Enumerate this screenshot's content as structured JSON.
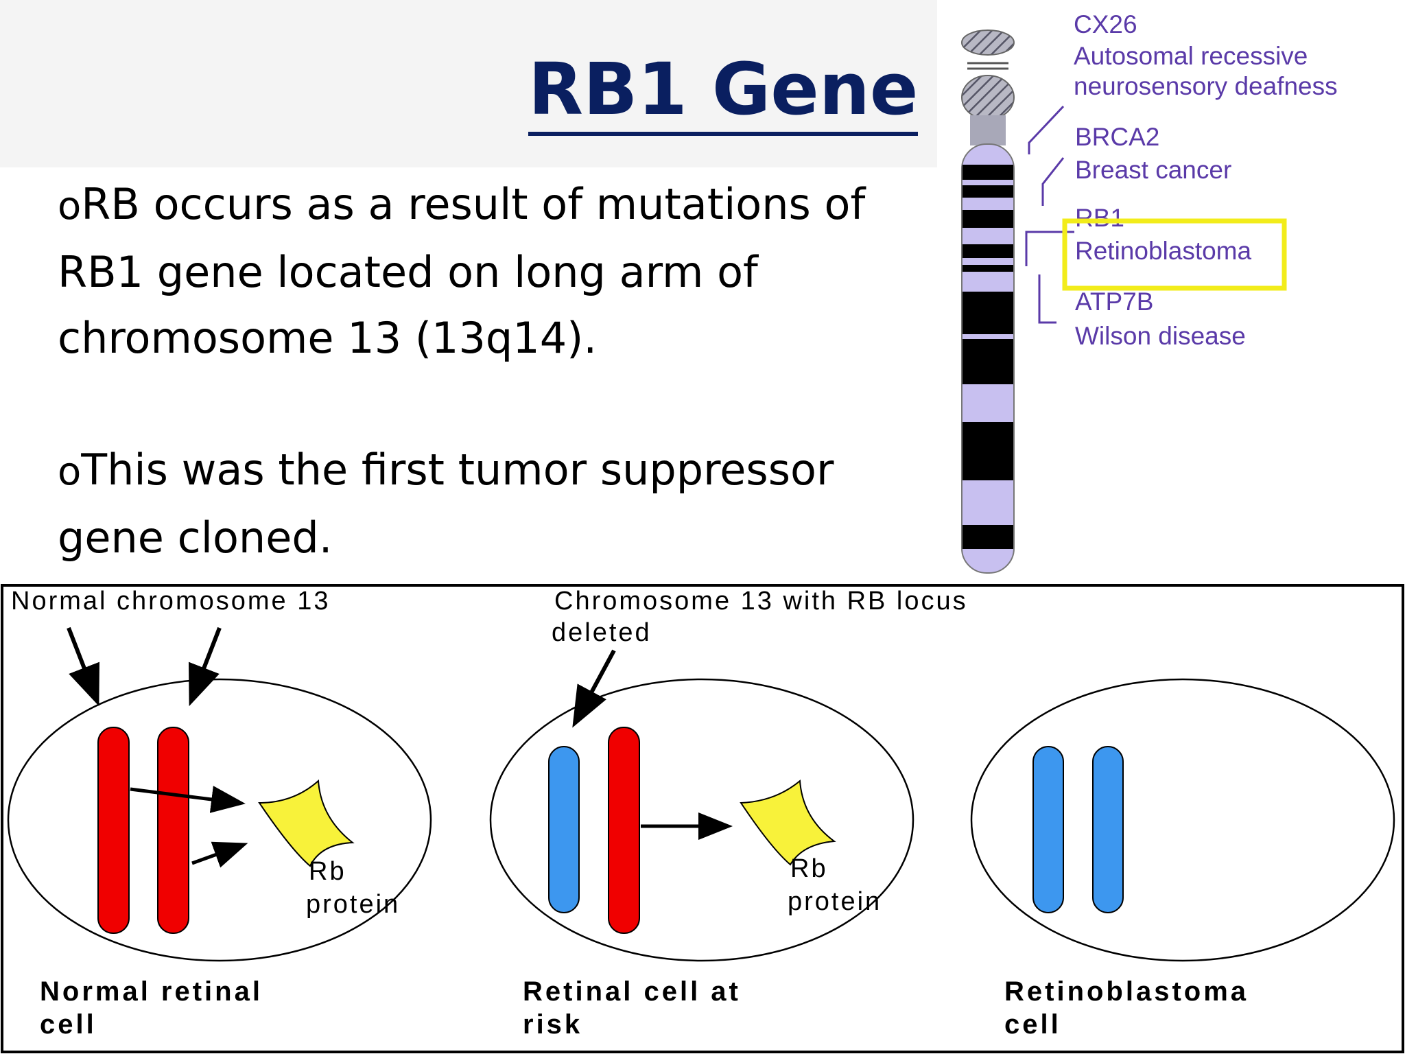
{
  "slide": {
    "title": "RB1 Gene",
    "bullets": [
      {
        "marker": "o",
        "text": "RB occurs as a result of mutations of RB1 gene located on long arm of chromosome 13 (13q14)."
      },
      {
        "marker": "o",
        "text": "This was the first tumor suppressor gene cloned."
      }
    ]
  },
  "ideogram": {
    "genes": [
      {
        "symbol": "CX26",
        "disease_lines": [
          "Autosomal recessive",
          "neurosensory deafness"
        ]
      },
      {
        "symbol": "BRCA2",
        "disease_lines": [
          "Breast cancer"
        ]
      },
      {
        "symbol": "RB1",
        "disease_lines": [
          "Retinoblastoma"
        ],
        "highlighted": true
      },
      {
        "symbol": "ATP7B",
        "disease_lines": [
          "Wilson disease"
        ]
      }
    ],
    "highlight_color": "#f2ec1a",
    "label_color": "#5a3aa8",
    "band_colors": {
      "dark": "#000000",
      "light": "#c8c0f0"
    }
  },
  "diagram": {
    "normal_label": "Normal chromosome 13",
    "deleted_label_lines": [
      "Chromosome 13 with RB locus",
      "deleted"
    ],
    "protein_label_lines": [
      "Rb",
      "protein"
    ],
    "cells": [
      {
        "name": "normal",
        "caption_lines": [
          "Normal retinal",
          "cell"
        ],
        "chromosomes": [
          "red",
          "red"
        ],
        "has_protein": true
      },
      {
        "name": "at-risk",
        "caption_lines": [
          "Retinal cell at",
          "risk"
        ],
        "chromosomes": [
          "blue",
          "red"
        ],
        "has_protein": true
      },
      {
        "name": "retinoblastoma",
        "caption_lines": [
          "Retinoblastoma",
          "cell"
        ],
        "chromosomes": [
          "blue",
          "blue"
        ],
        "has_protein": false
      }
    ],
    "colors": {
      "red": "#f00000",
      "blue": "#3d97ef",
      "protein": "#f8f23a"
    }
  }
}
